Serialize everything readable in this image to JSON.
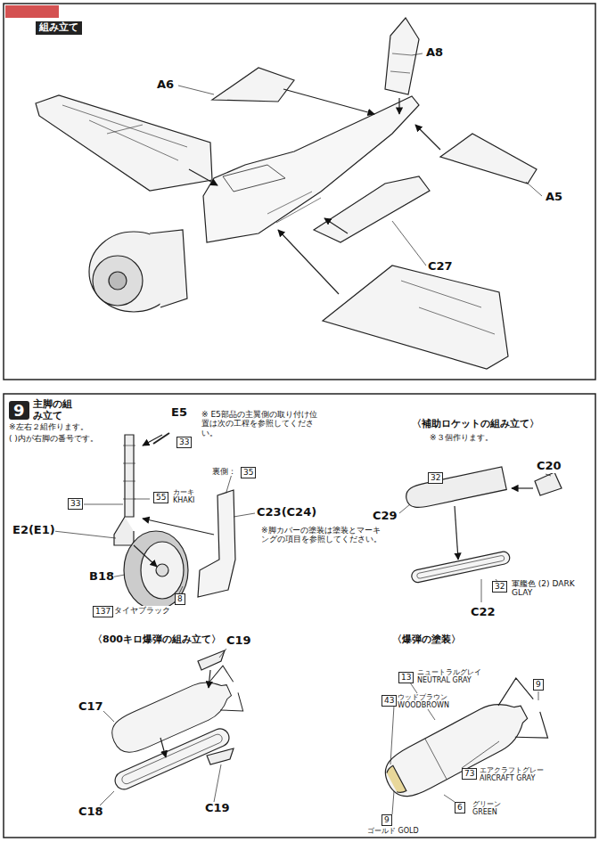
{
  "diagram": {
    "nodes": [
      {
        "text": [
          "9",
          "主脚の組み立て"
        ]
      }
    ],
    "labels": [
      "組み立て",
      "A8",
      "A6",
      "A5",
      "C27",
      "※左右２組作ります。",
      "( )内が右脚の番号です。",
      "E5",
      "※ E5部品の主翼側の取り付け位置は次の工程を参照してください。",
      "33",
      "裏側：",
      "35",
      "33",
      "55",
      "カーキ KHAKI",
      "C23(C24)",
      "※脚カバーの塗装は塗装とマーキングの項目を参照してください。",
      "E2(E1)",
      "B18",
      "8",
      "137",
      "タイヤブラック",
      "〈補助ロケットの組み立て〉",
      "※３個作ります。",
      "32",
      "C20",
      "C29",
      "C22",
      "32",
      "軍艦色 (2) DARK GLAY",
      "〈800キロ爆弾の組み立て〉",
      "C19",
      "C17",
      "C19",
      "C18",
      "〈爆弾の塗装〉",
      "13",
      "ニュートラルグレイ NEUTRAL GRAY",
      "9",
      "43",
      "ウッドブラウン WOODBROWN",
      "73",
      "エアクラフトグレー AIRCRAFT GRAY",
      "9",
      "ゴールド GOLD",
      "6",
      "グリーン GREEN"
    ]
  }
}
